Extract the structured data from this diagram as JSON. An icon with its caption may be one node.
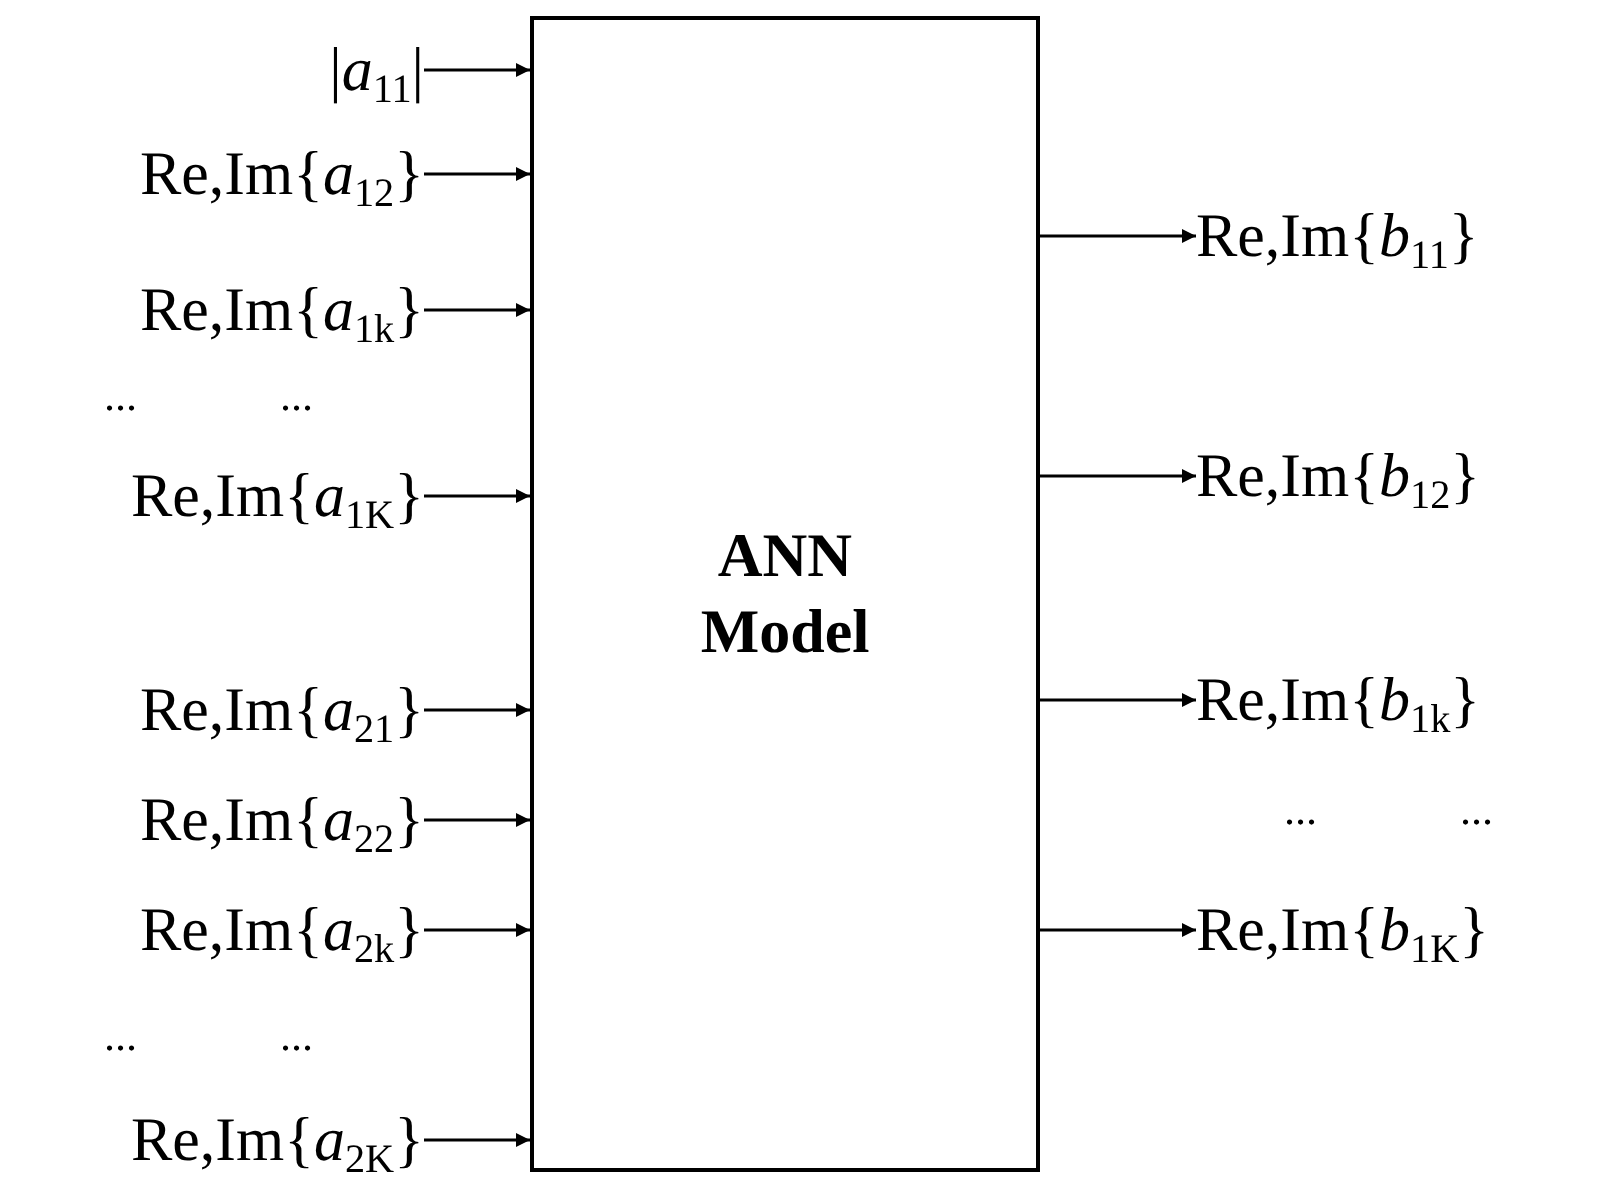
{
  "diagram": {
    "nodes": [
      {
        "text": [
          "ANN Model"
        ]
      },
      {
        "text": [
          "|*a*$_{11}$|"
        ]
      },
      {
        "text": [
          "Re,Im{*a*$_{12}$}"
        ]
      },
      {
        "text": [
          "Re,Im{*a*$_{1k}$}"
        ]
      },
      {
        "text": [
          "Re,Im{*a*$_{1K}$}"
        ]
      },
      {
        "text": [
          "Re,Im{*a*$_{21}$}"
        ]
      },
      {
        "text": [
          "Re,Im{*a*$_{22}$}"
        ]
      },
      {
        "text": [
          "Re,Im{*a*$_{2k}$}"
        ]
      },
      {
        "text": [
          "Re,Im{*a*$_{2K}$}"
        ]
      },
      {
        "text": [
          "Re,Im{*b*$_{11}$}"
        ]
      },
      {
        "text": [
          "Re,Im{*b*$_{12}$}"
        ]
      },
      {
        "text": [
          "Re,Im{*b*$_{1k}$}"
        ]
      },
      {
        "text": [
          "Re,Im{*b*$_{1K}$}"
        ]
      }
    ],
    "edges": [
      {
        "from": 1,
        "to": 0,
        "arrow": "to"
      },
      {
        "from": 2,
        "to": 0,
        "arrow": "to"
      },
      {
        "from": 3,
        "to": 0,
        "arrow": "to"
      },
      {
        "from": 4,
        "to": 0,
        "arrow": "to"
      },
      {
        "from": 5,
        "to": 0,
        "arrow": "to"
      },
      {
        "from": 6,
        "to": 0,
        "arrow": "to"
      },
      {
        "from": 7,
        "to": 0,
        "arrow": "to"
      },
      {
        "from": 8,
        "to": 0,
        "arrow": "to"
      },
      {
        "from": 0,
        "to": 9,
        "arrow": "to"
      },
      {
        "from": 0,
        "to": 10,
        "arrow": "to"
      },
      {
        "from": 0,
        "to": 11,
        "arrow": "to"
      },
      {
        "from": 0,
        "to": 12,
        "arrow": "to"
      }
    ],
    "labels": [
      "...",
      "...",
      "...",
      "...",
      "...",
      "..."
    ]
  }
}
